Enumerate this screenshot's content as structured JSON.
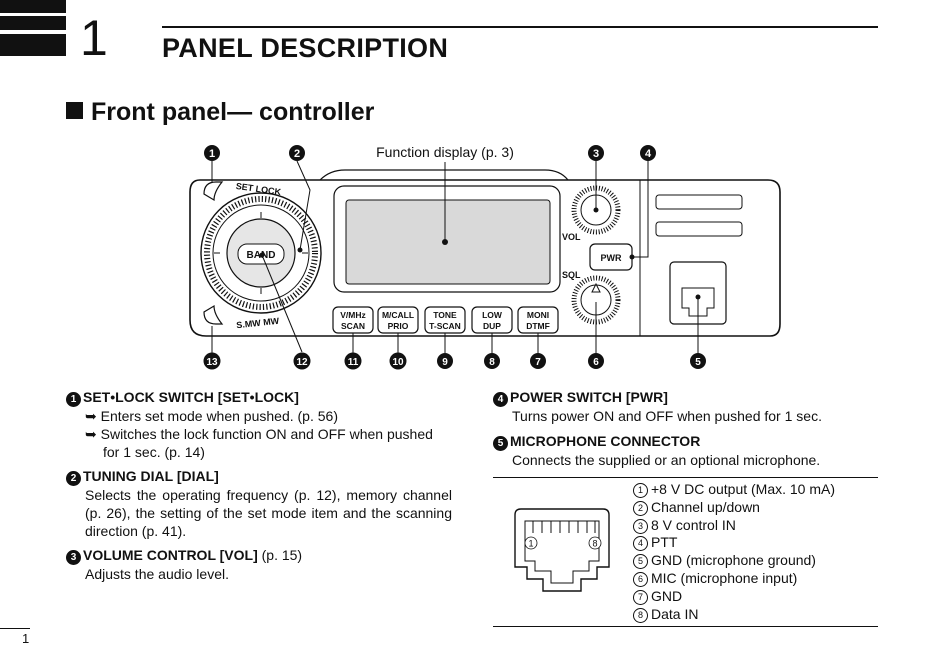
{
  "chapter": {
    "number": "1",
    "title": "PANEL DESCRIPTION"
  },
  "section": {
    "title": "Front panel— controller"
  },
  "diagram": {
    "function_display_label": "Function display (p. 3)",
    "set_lock_label": "SET LOCK",
    "smw_mw_label": "S.MW MW",
    "band_label": "BAND",
    "vol_label": "VOL",
    "sql_label": "SQL",
    "pwr_label": "PWR",
    "buttons": [
      {
        "top": "V/MHz",
        "bottom": "SCAN"
      },
      {
        "top": "M/CALL",
        "bottom": "PRIO"
      },
      {
        "top": "TONE",
        "bottom": "T-SCAN"
      },
      {
        "top": "LOW",
        "bottom": "DUP"
      },
      {
        "top": "MONI",
        "bottom": "DTMF"
      }
    ],
    "callouts": [
      "1",
      "2",
      "3",
      "4",
      "5",
      "6",
      "7",
      "8",
      "9",
      "10",
      "11",
      "12",
      "13"
    ]
  },
  "items": {
    "i1": {
      "num": "1",
      "title": "SET•LOCK SWITCH [SET•LOCK]",
      "bullets": [
        "➥ Enters set mode when pushed. (p. 56)",
        "➥ Switches the lock function ON and OFF when pushed for 1 sec. (p. 14)"
      ]
    },
    "i2": {
      "num": "2",
      "title": "TUNING DIAL [DIAL]",
      "body": "Selects the operating frequency (p. 12), memory channel (p. 26), the setting of the set mode item and the scanning direction (p. 41)."
    },
    "i3": {
      "num": "3",
      "title": "VOLUME CONTROL [VOL]",
      "page": " (p. 15)",
      "body": "Adjusts the audio level."
    },
    "i4": {
      "num": "4",
      "title": "POWER SWITCH [PWR]",
      "body": "Turns power ON and OFF when pushed for 1 sec."
    },
    "i5": {
      "num": "5",
      "title": "MICROPHONE CONNECTOR",
      "body": "Connects the supplied or an optional microphone."
    }
  },
  "pins": [
    {
      "n": "1",
      "text": "+8 V DC output (Max. 10 mA)"
    },
    {
      "n": "2",
      "text": "Channel up/down"
    },
    {
      "n": "3",
      "text": "8 V control IN"
    },
    {
      "n": "4",
      "text": "PTT"
    },
    {
      "n": "5",
      "text": "GND (microphone ground)"
    },
    {
      "n": "6",
      "text": "MIC (microphone input)"
    },
    {
      "n": "7",
      "text": "GND"
    },
    {
      "n": "8",
      "text": "Data IN"
    }
  ],
  "connector": {
    "pin_first": "1",
    "pin_last": "8"
  },
  "page_number": "1"
}
